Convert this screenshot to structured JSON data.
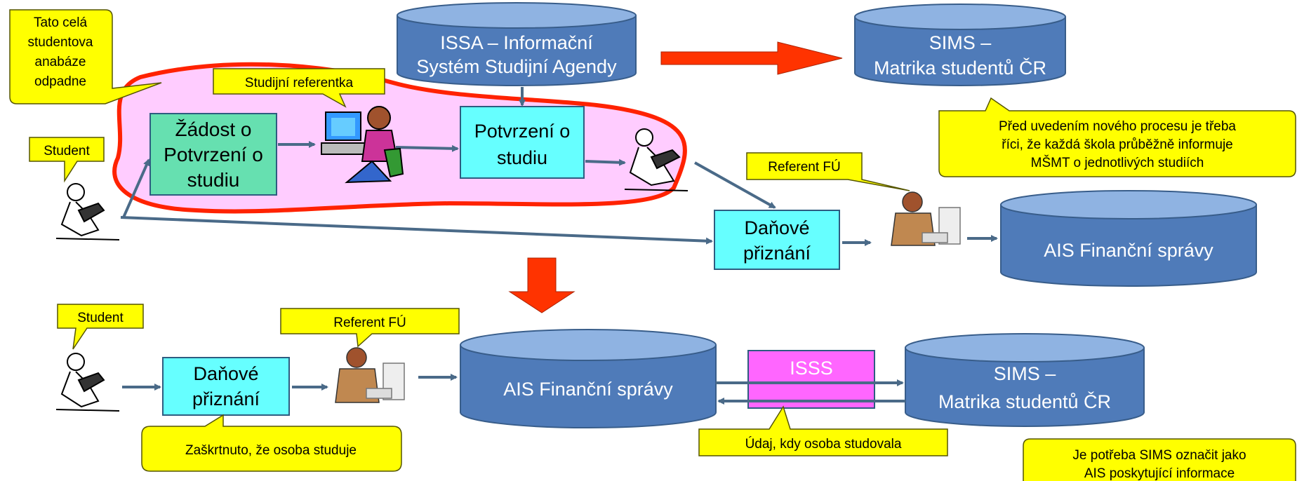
{
  "colors": {
    "db_body": "#4f7bb9",
    "db_top": "#8fb3e2",
    "db_stroke": "#385d8a",
    "callout_fill": "#ffff00",
    "callout_stroke": "#555500",
    "box_cyan": "#66ffff",
    "box_teal": "#66e0b0",
    "box_magenta": "#ff66ff",
    "pink_blob": "#ffccff",
    "red_outline": "#ff2200",
    "connector": "#4a6a88",
    "big_arrow": "#ff3300"
  },
  "databases": {
    "issa": [
      "ISSA – Informační",
      "Systém Studijní Agendy"
    ],
    "sims_top": [
      "SIMS –",
      "Matrika studentů ČR"
    ],
    "ais_top": [
      "AIS Finanční správy"
    ],
    "ais_bottom": [
      "AIS Finanční správy"
    ],
    "sims_bottom": [
      "SIMS –",
      "Matrika studentů ČR"
    ]
  },
  "boxes": {
    "zadost": [
      "Žádost o",
      "Potvrzení o",
      "studiu"
    ],
    "potvrzeni": [
      "Potvrzení o",
      "studiu"
    ],
    "danove_top": [
      "Daňové",
      "přiznání"
    ],
    "danove_bottom": [
      "Daňové",
      "přiznání"
    ],
    "isss": [
      "ISSS"
    ]
  },
  "callouts": {
    "anabaze": [
      "Tato celá",
      "studentova",
      "anabáze",
      "odpadne"
    ],
    "referentka": [
      "Studijní referentka"
    ],
    "student_top": [
      "Student"
    ],
    "referent_fu_top": [
      "Referent FÚ"
    ],
    "pred_uvedenim": [
      "Před uvedením nového procesu je třeba",
      "říci, že každá škola průběžně informuje",
      "MŠMT o jednotlivých studiích"
    ],
    "student_bottom": [
      "Student"
    ],
    "referent_fu_bottom": [
      "Referent FÚ"
    ],
    "zaskrtnuto": [
      "Zaškrtnuto, že osoba studuje"
    ],
    "udaj": [
      "Údaj, kdy osoba studovala"
    ],
    "je_potreba": [
      "Je potřeba SIMS označit jako",
      "AIS poskytující informace"
    ]
  }
}
